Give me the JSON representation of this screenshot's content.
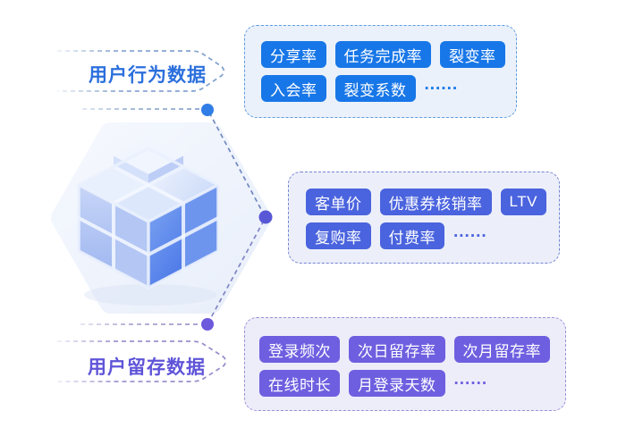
{
  "side_labels": {
    "behavior": {
      "text": "用户行为数据",
      "color": "#2B6FDD"
    },
    "retention": {
      "text": "用户留存数据",
      "color": "#5F54D8"
    }
  },
  "groups": {
    "behavior": {
      "accent": "#1877E8",
      "box_background": "#EAF1FB",
      "box_border": "#5E9BE0",
      "rows": [
        [
          "分享率",
          "任务完成率",
          "裂变率"
        ],
        [
          "入会率",
          "裂变系数",
          "......"
        ]
      ]
    },
    "revenue": {
      "accent": "#4A63DE",
      "box_background": "#ECEFF9",
      "box_border": "#7484D6",
      "rows": [
        [
          "客单价",
          "优惠券核销率",
          "LTV"
        ],
        [
          "复购率",
          "付费率",
          "......"
        ]
      ]
    },
    "retention": {
      "accent": "#6E5FE0",
      "box_background": "#EDEDFA",
      "box_border": "#9A90D6",
      "rows": [
        [
          "登录频次",
          "次日留存率",
          "次月留存率"
        ],
        [
          "在线时长",
          "月登录天数",
          "......"
        ]
      ]
    }
  },
  "connector": {
    "dot_colors": {
      "top": "#2F7DE5",
      "middle": "#5857D6",
      "bottom": "#6C59DB"
    },
    "line_colors": {
      "top": "#86A3CC",
      "upper_diagonal": "#7189C0",
      "lower_diagonal": "#8186C6",
      "bottom": "#9A95C9"
    }
  },
  "illustration": {
    "name": "glass-cube",
    "hexagon_fill": "#F0F4FC",
    "cube_blue": "#5D86E8",
    "cube_frost": "#E8EFFC"
  }
}
